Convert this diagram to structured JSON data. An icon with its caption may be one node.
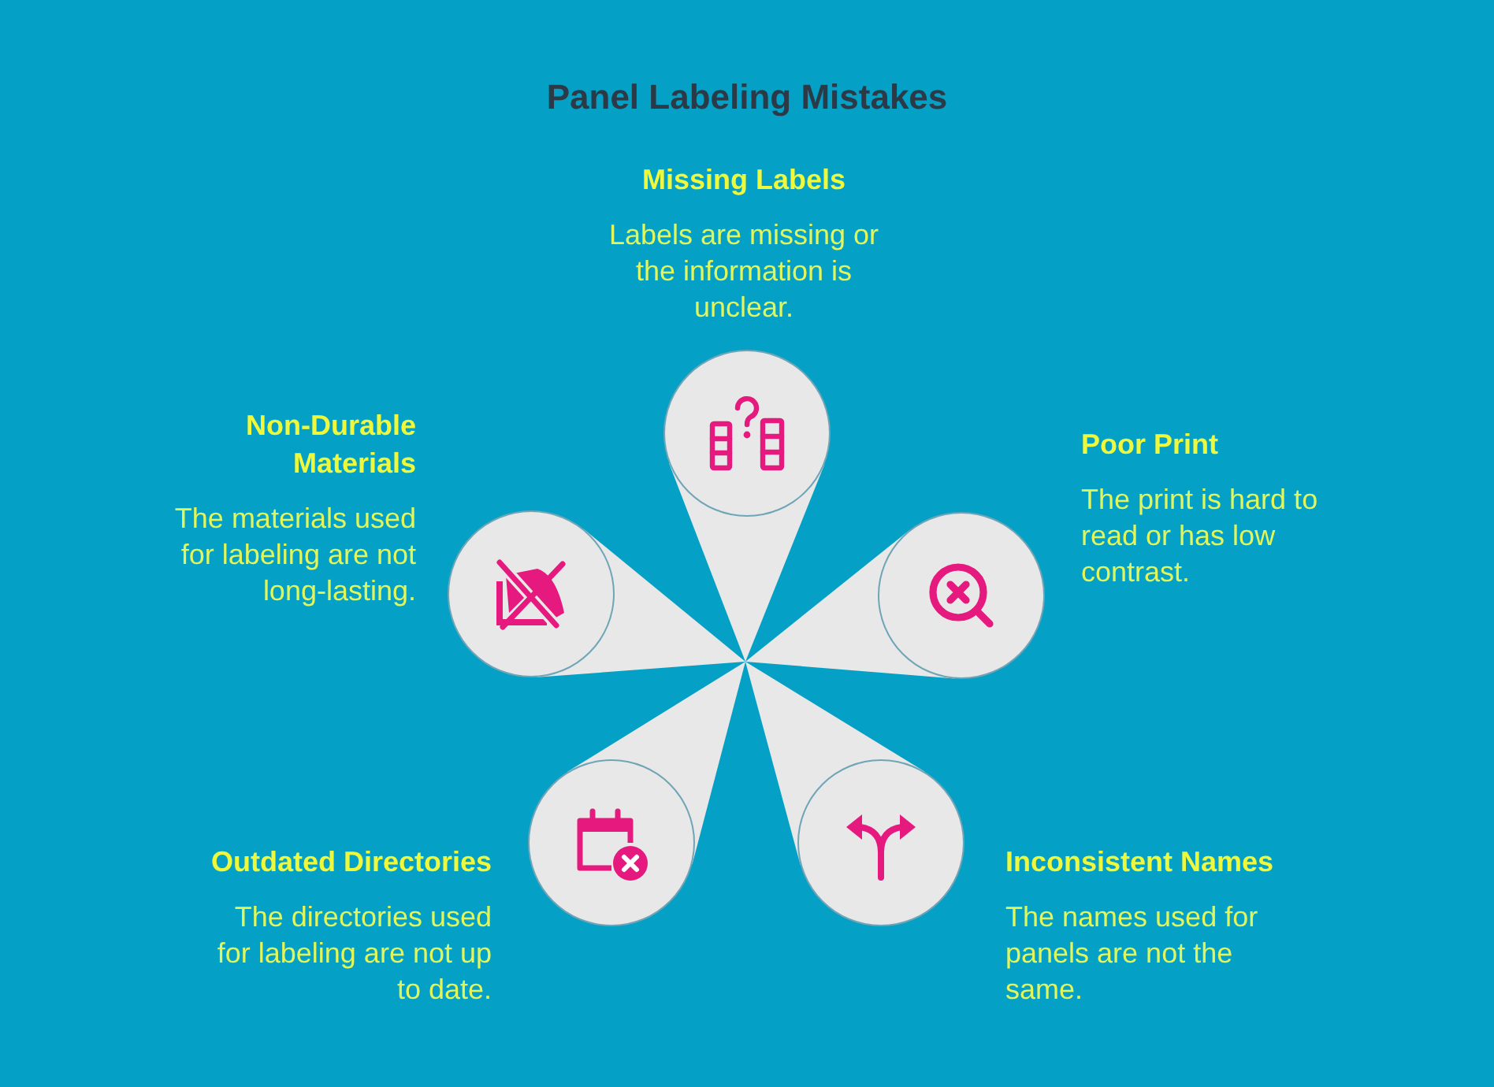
{
  "diagram": {
    "title": "Panel Labeling Mistakes",
    "nodes": [
      {
        "text": [
          "Missing Labels",
          "Labels are missing or the information is unclear."
        ]
      },
      {
        "text": [
          "Non-Durable Materials",
          "The materials used for labeling are not long-lasting."
        ]
      },
      {
        "text": [
          "Poor Print",
          "The print is hard to read or has low contrast."
        ]
      },
      {
        "text": [
          "Outdated Directories",
          "The directories used for labeling are not up to date."
        ]
      },
      {
        "text": [
          "Inconsistent Names",
          "The names used for panels are not the same."
        ]
      }
    ]
  }
}
